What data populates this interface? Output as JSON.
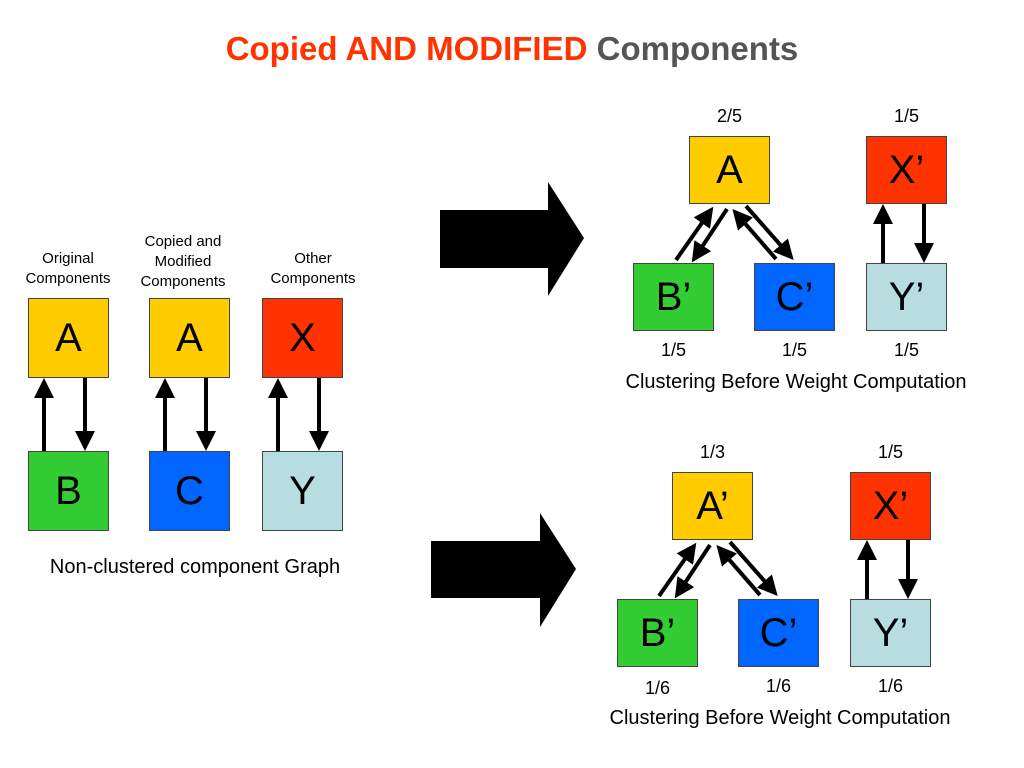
{
  "title": {
    "part1": "Copied AND MODIFIED",
    "part2": "Components"
  },
  "colors": {
    "title_red": "#ff3300",
    "title_gray": "#555555",
    "yellow": "#ffcc00",
    "orange_red": "#ff3300",
    "green": "#33cc33",
    "blue": "#0066ff",
    "light_blue": "#b8dde0"
  },
  "left_graph": {
    "headers": {
      "original": "Original Components",
      "copied": "Copied and Modified Components",
      "other": "Other Components"
    },
    "boxes": {
      "a1": "A",
      "a2": "A",
      "x": "X",
      "b": "B",
      "c": "C",
      "y": "Y"
    },
    "caption": "Non-clustered component Graph"
  },
  "top_graph": {
    "boxes": {
      "a": "A",
      "x": "X’",
      "b": "B’",
      "c": "C’",
      "y": "Y’"
    },
    "weights": {
      "a": "2/5",
      "x": "1/5",
      "b": "1/5",
      "c": "1/5",
      "y": "1/5"
    },
    "caption": "Clustering Before Weight Computation"
  },
  "bottom_graph": {
    "boxes": {
      "a": "A’",
      "x": "X’",
      "b": "B’",
      "c": "C’",
      "y": "Y’"
    },
    "weights": {
      "a": "1/3",
      "x": "1/5",
      "b": "1/6",
      "c": "1/6",
      "y": "1/6"
    },
    "caption": "Clustering Before Weight Computation"
  }
}
